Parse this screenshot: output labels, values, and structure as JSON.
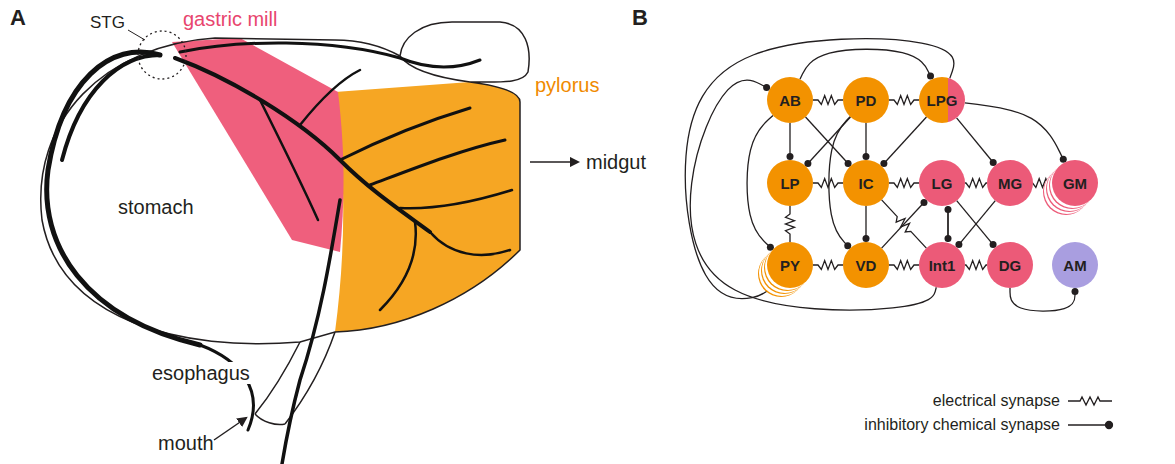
{
  "diagram": {
    "nodes": [
      {
        "text": [
          "AB"
        ]
      },
      {
        "text": [
          "PD"
        ]
      },
      {
        "text": [
          "LPG"
        ]
      },
      {
        "text": [
          "LP"
        ]
      },
      {
        "text": [
          "IC"
        ]
      },
      {
        "text": [
          "LG"
        ]
      },
      {
        "text": [
          "MG"
        ]
      },
      {
        "text": [
          "GM"
        ]
      },
      {
        "text": [
          "PY"
        ]
      },
      {
        "text": [
          "VD"
        ]
      },
      {
        "text": [
          "Int1"
        ]
      },
      {
        "text": [
          "DG"
        ]
      },
      {
        "text": [
          "AM"
        ]
      }
    ],
    "edges": [
      {
        "from": 0,
        "to": 1,
        "arrow": "none"
      },
      {
        "from": 1,
        "to": 2,
        "arrow": "none"
      },
      {
        "from": 3,
        "to": 4,
        "arrow": "none"
      },
      {
        "from": 4,
        "to": 5,
        "arrow": "none"
      },
      {
        "from": 5,
        "to": 6,
        "arrow": "none"
      },
      {
        "from": 6,
        "to": 7,
        "arrow": "none"
      },
      {
        "from": 3,
        "to": 8,
        "arrow": "none"
      },
      {
        "from": 8,
        "to": 9,
        "arrow": "none"
      },
      {
        "from": 9,
        "to": 10,
        "arrow": "none"
      },
      {
        "from": 10,
        "to": 11,
        "arrow": "none"
      },
      {
        "from": 4,
        "to": 10,
        "arrow": "none"
      },
      {
        "from": 0,
        "to": 3,
        "arrow": "to"
      },
      {
        "from": 0,
        "to": 4,
        "arrow": "to"
      },
      {
        "from": 0,
        "to": 8,
        "arrow": "to"
      },
      {
        "from": 1,
        "to": 3,
        "arrow": "to"
      },
      {
        "from": 1,
        "to": 4,
        "arrow": "to"
      },
      {
        "from": 1,
        "to": 9,
        "arrow": "to"
      },
      {
        "from": 2,
        "to": 4,
        "arrow": "to"
      },
      {
        "from": 4,
        "to": 9,
        "arrow": "to"
      },
      {
        "from": 5,
        "to": 10,
        "arrow": "to"
      },
      {
        "from": 10,
        "to": 5,
        "arrow": "to"
      },
      {
        "from": 10,
        "to": 0,
        "arrow": "to"
      },
      {
        "from": 5,
        "to": 11,
        "arrow": "to"
      },
      {
        "from": 6,
        "to": 10,
        "arrow": "to"
      },
      {
        "from": 11,
        "to": 12,
        "arrow": "to"
      },
      {
        "from": 2,
        "to": 6,
        "arrow": "to"
      },
      {
        "from": 2,
        "to": 7,
        "arrow": "to"
      },
      {
        "from": 0,
        "to": 2,
        "arrow": "to"
      },
      {
        "from": 9,
        "to": 5,
        "arrow": "to"
      },
      {
        "from": 2,
        "to": 8,
        "arrow": "to"
      }
    ],
    "labels": [
      "A",
      "STG",
      "gastric mill",
      "pylorus",
      "stomach",
      "midgut",
      "esophagus",
      "mouth",
      "B"
    ],
    "legend": [
      {
        "text": "electrical synapse"
      },
      {
        "text": "inhibitory chemical synapse"
      }
    ]
  }
}
